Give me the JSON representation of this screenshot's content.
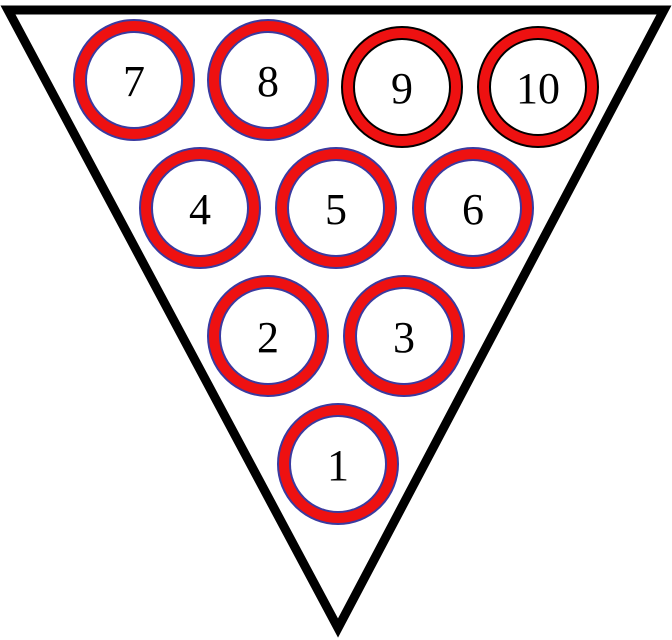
{
  "diagram": {
    "rack_color": "#000000",
    "pin_ring_color": "#ee1111",
    "pin_ring_outline": "#3a3aa0",
    "pin_ring_outline_alt": "#000000",
    "pins": [
      {
        "label": "7"
      },
      {
        "label": "8"
      },
      {
        "label": "9"
      },
      {
        "label": "10"
      },
      {
        "label": "4"
      },
      {
        "label": "5"
      },
      {
        "label": "6"
      },
      {
        "label": "2"
      },
      {
        "label": "3"
      },
      {
        "label": "1"
      }
    ]
  }
}
